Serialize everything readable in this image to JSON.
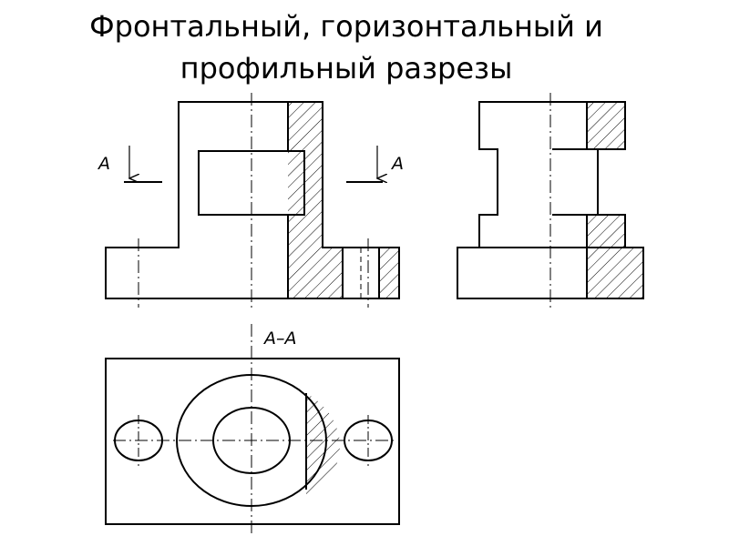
{
  "title": {
    "line1": "Фронтальный, горизонтальный и",
    "line2": "профильный разрезы"
  },
  "labels": {
    "section_left": "A",
    "section_right": "A",
    "section_view": "A–A"
  },
  "colors": {
    "ink": "#000000",
    "background": "#ffffff"
  }
}
